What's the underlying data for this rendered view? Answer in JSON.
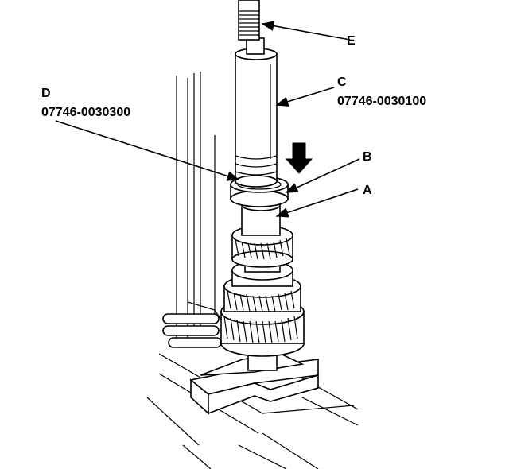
{
  "callouts": {
    "a": {
      "letter": "A"
    },
    "b": {
      "letter": "B"
    },
    "c": {
      "letter": "C",
      "part_number": "07746-0030100"
    },
    "d": {
      "letter": "D",
      "part_number": "07746-0030300"
    },
    "e": {
      "letter": "E"
    }
  },
  "icons": {
    "press_direction": "down-arrow-icon"
  },
  "colors": {
    "line": "#000000",
    "background": "#ffffff"
  }
}
